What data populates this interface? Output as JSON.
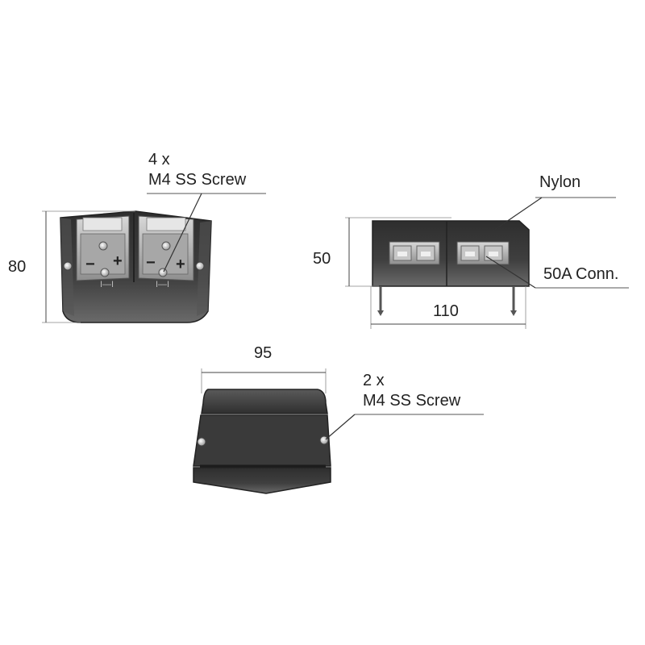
{
  "front_view": {
    "screw_callout_line1": "4 x",
    "screw_callout_line2": "M4 SS Screw",
    "height_dimension": "80",
    "minus_sign": "−",
    "plus_sign": "+"
  },
  "side_view": {
    "material_label": "Nylon",
    "height_dimension": "50",
    "width_dimension": "110",
    "connector_label": "50A Conn."
  },
  "top_view": {
    "width_dimension": "95",
    "screw_callout_line1": "2 x",
    "screw_callout_line2": "M4 SS Screw"
  },
  "colors": {
    "body_dark": "#3a3a3a",
    "body_mid": "#555555",
    "connector_grey": "#b5b5b5",
    "dimension_line": "#444444"
  }
}
